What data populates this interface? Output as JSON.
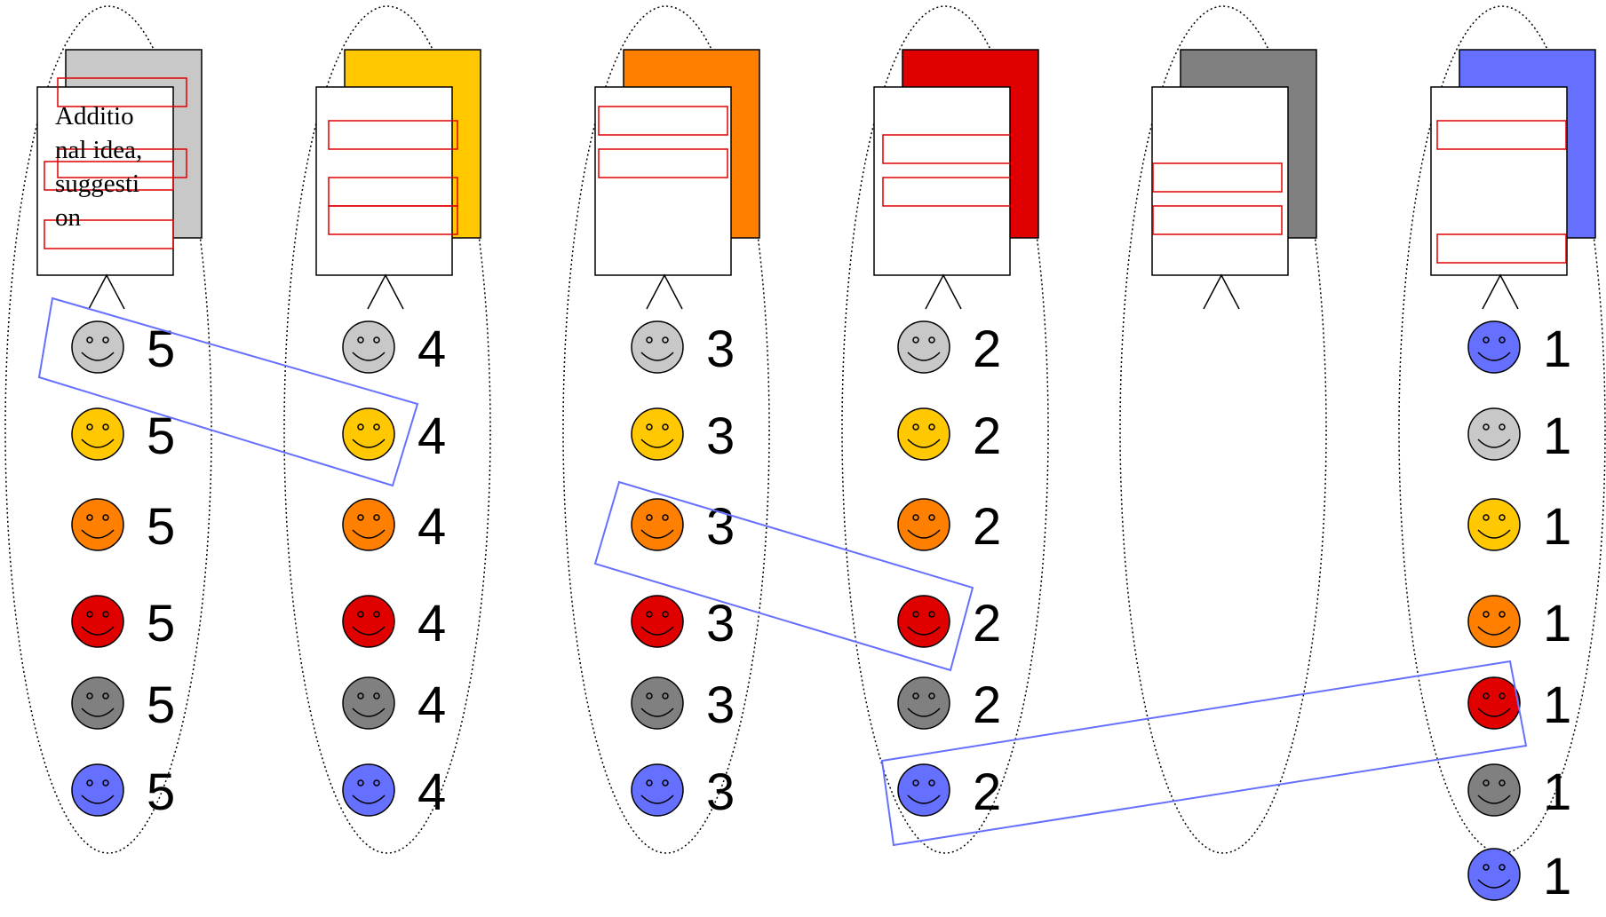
{
  "columns": [
    {
      "color": "#c8c8c8",
      "note_lines": [
        "Additio",
        "nal idea,",
        "suggesti",
        "on"
      ],
      "faces": [
        {
          "color": "#c8c8c8",
          "label": "5"
        },
        {
          "color": "#ffc800",
          "label": "5"
        },
        {
          "color": "#ff8000",
          "label": "5"
        },
        {
          "color": "#e00000",
          "label": "5"
        },
        {
          "color": "#808080",
          "label": "5"
        },
        {
          "color": "#6670ff",
          "label": "5"
        }
      ]
    },
    {
      "color": "#ffc800",
      "note_lines": [],
      "faces": [
        {
          "color": "#c8c8c8",
          "label": "4"
        },
        {
          "color": "#ffc800",
          "label": "4"
        },
        {
          "color": "#ff8000",
          "label": "4"
        },
        {
          "color": "#e00000",
          "label": "4"
        },
        {
          "color": "#808080",
          "label": "4"
        },
        {
          "color": "#6670ff",
          "label": "4"
        }
      ]
    },
    {
      "color": "#ff8000",
      "note_lines": [],
      "faces": [
        {
          "color": "#c8c8c8",
          "label": "3"
        },
        {
          "color": "#ffc800",
          "label": "3"
        },
        {
          "color": "#ff8000",
          "label": "3"
        },
        {
          "color": "#e00000",
          "label": "3"
        },
        {
          "color": "#808080",
          "label": "3"
        },
        {
          "color": "#6670ff",
          "label": "3"
        }
      ]
    },
    {
      "color": "#e00000",
      "note_lines": [],
      "faces": [
        {
          "color": "#c8c8c8",
          "label": "2"
        },
        {
          "color": "#ffc800",
          "label": "2"
        },
        {
          "color": "#ff8000",
          "label": "2"
        },
        {
          "color": "#e00000",
          "label": "2"
        },
        {
          "color": "#808080",
          "label": "2"
        },
        {
          "color": "#6670ff",
          "label": "2"
        }
      ]
    },
    {
      "color": "#808080",
      "note_lines": [],
      "faces": []
    },
    {
      "color": "#6670ff",
      "note_lines": [],
      "faces": [
        {
          "color": "#6670ff",
          "label": "1"
        },
        {
          "color": "#c8c8c8",
          "label": "1"
        },
        {
          "color": "#ffc800",
          "label": "1"
        },
        {
          "color": "#ff8000",
          "label": "1"
        },
        {
          "color": "#e00000",
          "label": "1"
        },
        {
          "color": "#808080",
          "label": "1"
        },
        {
          "color": "#6670ff",
          "label": "1"
        }
      ]
    }
  ],
  "colors": {
    "ellipse_stroke": "#000000",
    "doc_border": "#000000",
    "field_stroke": "#e00000",
    "group_stroke": "#6670ff"
  }
}
